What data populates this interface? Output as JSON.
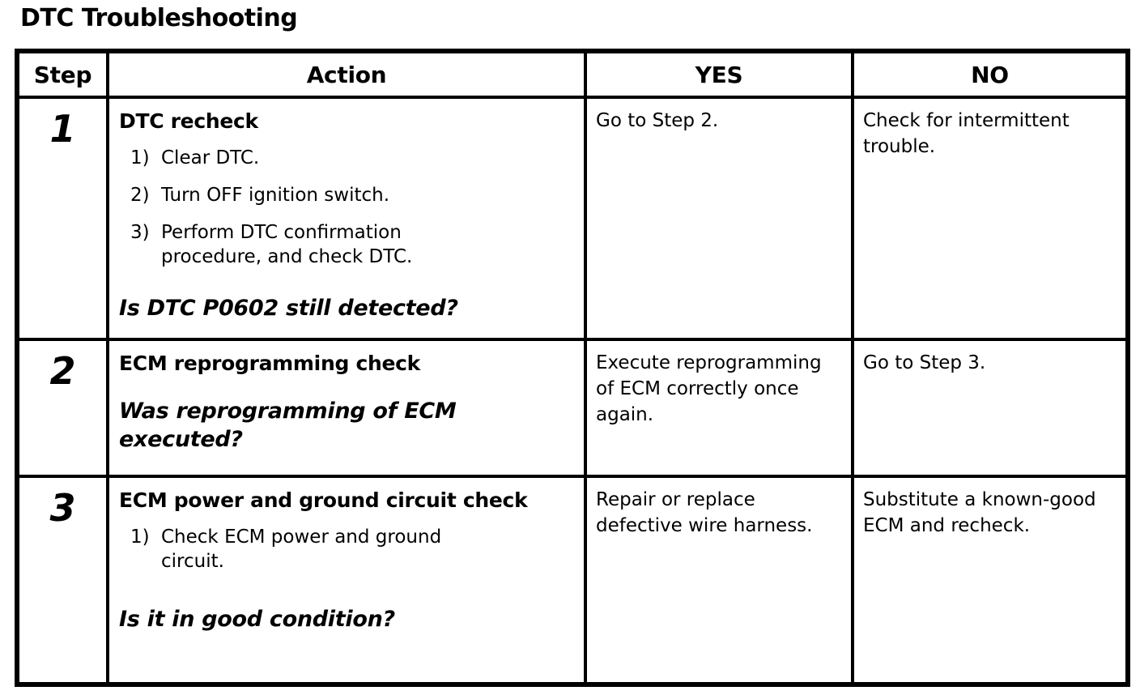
{
  "page": {
    "title": "DTC Troubleshooting"
  },
  "colors": {
    "text": "#000000",
    "background": "#ffffff",
    "border": "#000000"
  },
  "table": {
    "headers": {
      "step": "Step",
      "action": "Action",
      "yes": "YES",
      "no": "NO"
    },
    "rows": [
      {
        "step": "1",
        "action_title": "DTC recheck",
        "items": [
          {
            "num": "1)",
            "text": "Clear DTC."
          },
          {
            "num": "2)",
            "text": "Turn OFF ignition switch."
          },
          {
            "num": "3)",
            "text": "Perform DTC confirmation procedure, and check DTC."
          }
        ],
        "question": "Is DTC P0602 still detected?",
        "yes": "Go to Step 2.",
        "no": "Check for intermittent trouble."
      },
      {
        "step": "2",
        "action_title": "ECM reprogramming check",
        "items": [],
        "question": "Was reprogramming of ECM executed?",
        "yes": "Execute reprogramming of ECM correctly once again.",
        "no": "Go to Step 3."
      },
      {
        "step": "3",
        "action_title": "ECM power and ground circuit check",
        "items": [
          {
            "num": "1)",
            "text": "Check ECM power and ground circuit."
          }
        ],
        "question": "Is it in good condition?",
        "yes": "Repair or replace defective wire harness.",
        "no": "Substitute a known-good ECM and recheck."
      }
    ]
  }
}
